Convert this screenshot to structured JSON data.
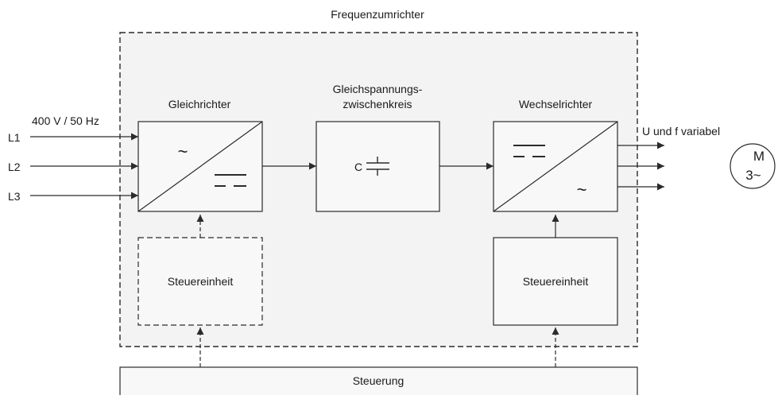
{
  "title": "Frequenzumrichter",
  "inputs": {
    "voltage_label": "400 V / 50 Hz",
    "phases": [
      "L1",
      "L2",
      "L3"
    ]
  },
  "blocks": {
    "rectifier": {
      "label": "Gleichrichter",
      "symbol_ac": "~"
    },
    "dc_link": {
      "label_line1": "Gleichspannungs-",
      "label_line2": "zwischenkreis",
      "capacitor_label": "C"
    },
    "inverter": {
      "label": "Wechselrichter",
      "symbol_ac": "~"
    },
    "control_unit_left": {
      "label": "Steuereinheit"
    },
    "control_unit_right": {
      "label": "Steuereinheit"
    },
    "control": {
      "label": "Steuerung"
    }
  },
  "output": {
    "label": "U und f variabel",
    "motor_line1": "M",
    "motor_line2": "3~"
  },
  "colors": {
    "background": "#ffffff",
    "frame_fill": "#f3f3f3",
    "block_fill": "#f8f8f8",
    "stroke": "#2b2b2b"
  }
}
